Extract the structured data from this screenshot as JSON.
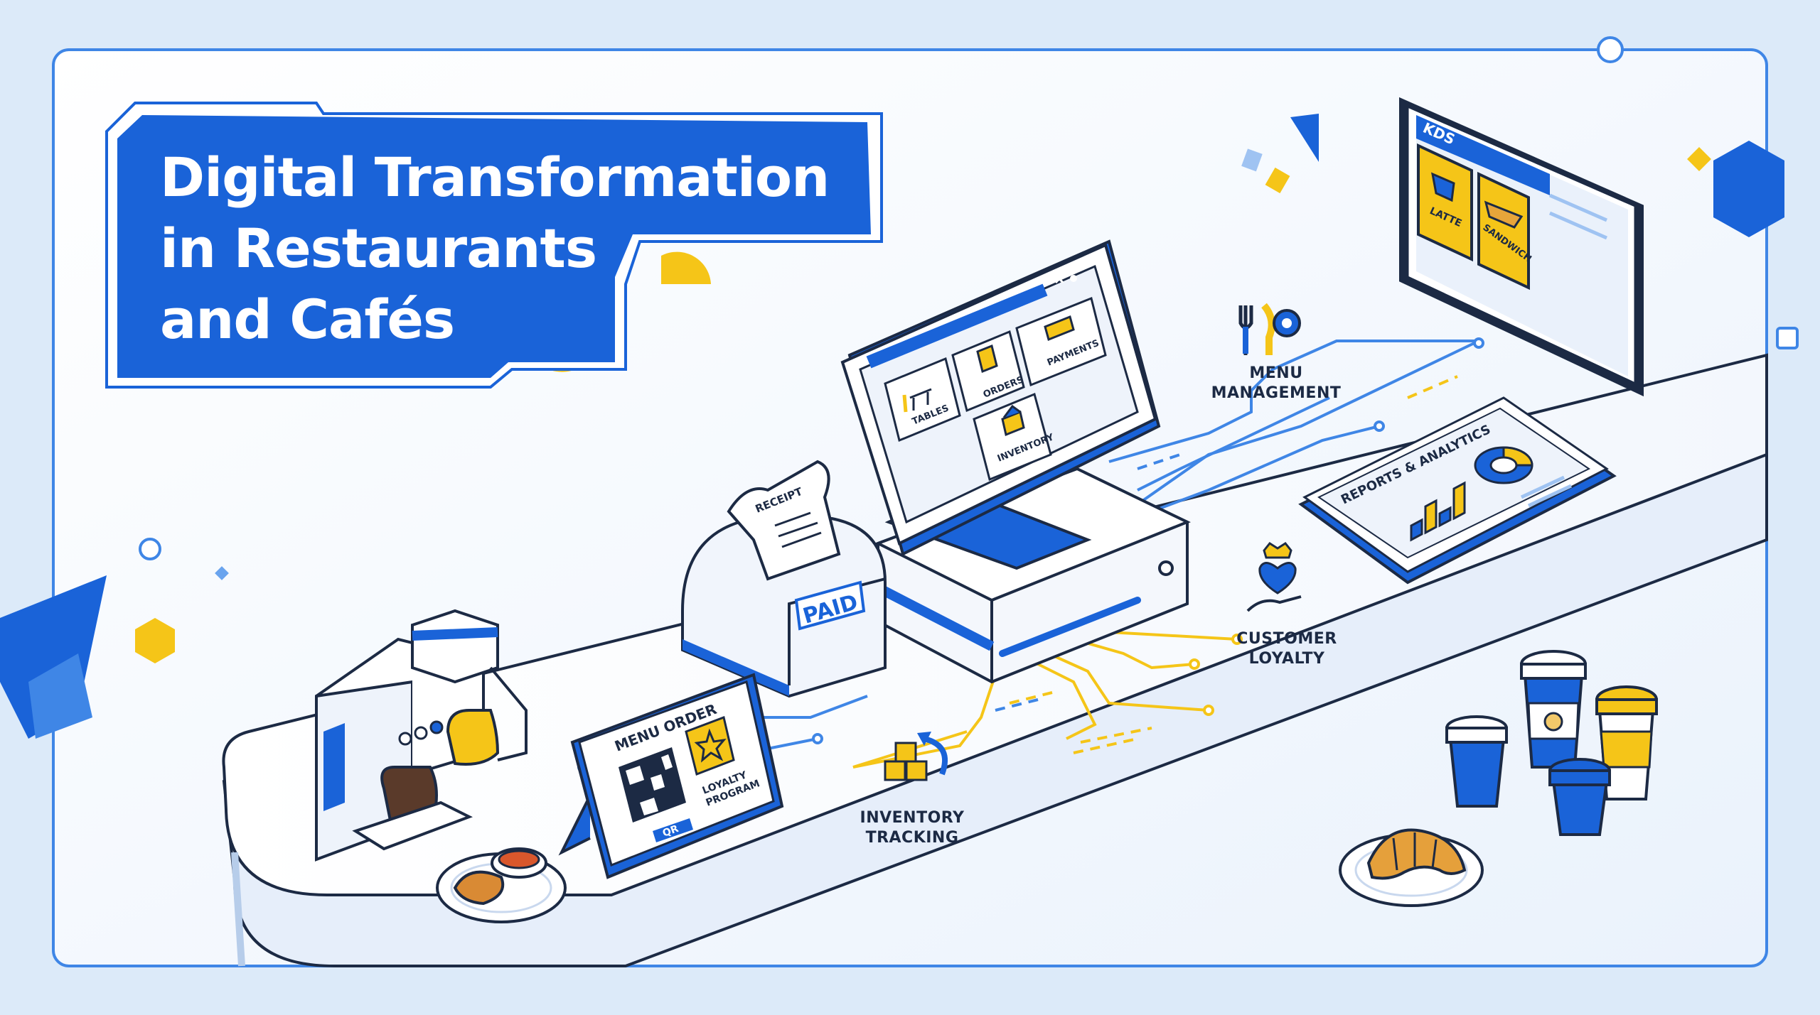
{
  "title": {
    "line1": "Digital Transformation",
    "line2": "in Restaurants",
    "line3": "and Cafés"
  },
  "pos": {
    "tables": "TABLES",
    "orders": "ORDERS",
    "payments": "PAYMENTS",
    "inventory": "INVENTORY"
  },
  "receipt": {
    "label": "RECEIPT",
    "stamp": "PAID"
  },
  "qr_stand": {
    "heading": "MENU ORDER",
    "qr_button": "QR",
    "loyalty_line1": "LOYALTY",
    "loyalty_line2": "PROGRAM"
  },
  "kds": {
    "label": "KDS",
    "ticket1": "LATTE",
    "ticket2": "SANDWICH"
  },
  "reports": {
    "label": "REPORTS & ANALYTICS"
  },
  "features": {
    "menu_line1": "MENU",
    "menu_line2": "MANAGEMENT",
    "loyalty_line1": "CUSTOMER",
    "loyalty_line2": "LOYALTY",
    "inventory_line1": "INVENTORY",
    "inventory_line2": "TRACKING"
  },
  "colors": {
    "primary_blue": "#1a63d8",
    "accent_yellow": "#f5c518",
    "outline": "#1c2a44",
    "background": "#dceaf9"
  },
  "icons": [
    "fork-knife-gear-icon",
    "crown-heart-hand-icon",
    "boxes-arrow-icon",
    "wifi-icon",
    "star-icon",
    "coffee-cup-icon",
    "sandwich-icon",
    "card-icon",
    "chair-table-icon",
    "clipboard-icon"
  ]
}
